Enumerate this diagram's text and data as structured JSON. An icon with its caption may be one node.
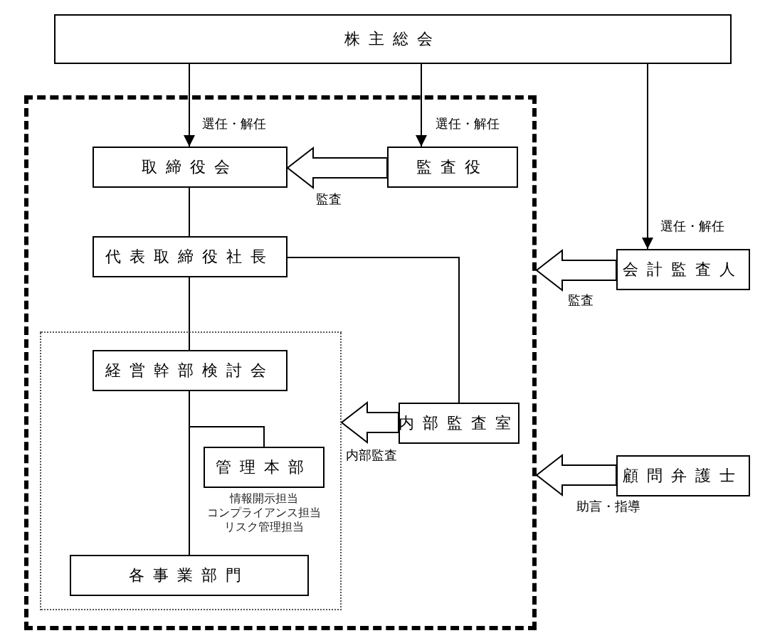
{
  "diagram": {
    "nodes": [
      {
        "text": [
          "株主総会"
        ]
      },
      {
        "text": [],
        "shape": "box"
      },
      {
        "text": [
          "取締役会"
        ],
        "in": 1
      },
      {
        "text": [
          "監査役"
        ],
        "in": 1
      },
      {
        "text": [
          "代表取締役社長"
        ],
        "in": 1
      },
      {
        "text": [],
        "shape": "box",
        "in": 1
      },
      {
        "text": [
          "経営幹部検討会"
        ],
        "in": 5
      },
      {
        "text": [
          "管理本部"
        ],
        "in": 5,
        "beside": [
          "情報開示担当",
          "コンプライアンス担当",
          "リスク管理担当"
        ]
      },
      {
        "text": [
          "各事業部門"
        ],
        "in": 5
      },
      {
        "text": [
          "内部監査室"
        ],
        "in": 1
      },
      {
        "text": [
          "会計監査人"
        ]
      },
      {
        "text": [
          "顧問弁護士"
        ]
      }
    ],
    "edges": [
      {
        "from": 0,
        "to": 2,
        "arrow": "to",
        "label": "選任・解任"
      },
      {
        "from": 0,
        "to": 3,
        "arrow": "to",
        "label": "選任・解任"
      },
      {
        "from": 0,
        "to": 10,
        "arrow": "to",
        "label": "選任・解任"
      },
      {
        "from": 3,
        "to": 2,
        "arrow": "to",
        "label": "監査",
        "style": "thick"
      },
      {
        "from": 2,
        "to": 4,
        "arrow": "none"
      },
      {
        "from": 4,
        "to": 6,
        "arrow": "none"
      },
      {
        "from": 6,
        "to": 7,
        "arrow": "none"
      },
      {
        "from": 6,
        "to": 8,
        "arrow": "none"
      },
      {
        "from": 4,
        "to": 9,
        "arrow": "none"
      },
      {
        "from": 9,
        "to": 5,
        "arrow": "to",
        "label": "内部監査",
        "style": "thick"
      },
      {
        "from": 10,
        "to": 1,
        "arrow": "to",
        "label": "監査",
        "style": "thick"
      },
      {
        "from": 11,
        "to": 1,
        "arrow": "to",
        "label": "助言・指導",
        "style": "thick"
      }
    ]
  }
}
